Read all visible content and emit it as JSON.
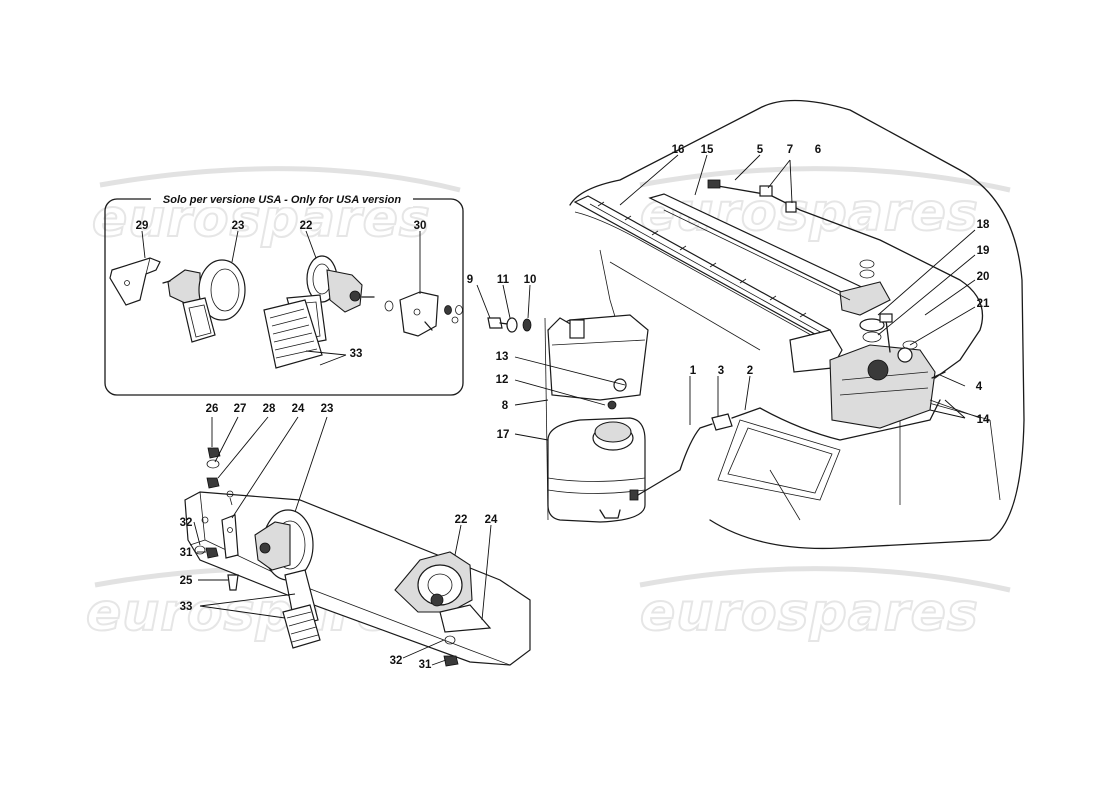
{
  "inset": {
    "title": "Solo per versione USA - Only for USA version"
  },
  "watermark": {
    "brand": "eurospares"
  },
  "callouts": {
    "inset_29": "29",
    "inset_23": "23",
    "inset_22": "22",
    "inset_30": "30",
    "inset_33": "33",
    "p9": "9",
    "p11": "11",
    "p10": "10",
    "p13": "13",
    "p12": "12",
    "p8": "8",
    "p17": "17",
    "p16": "16",
    "p15": "15",
    "p5": "5",
    "p7": "7",
    "p6": "6",
    "p18": "18",
    "p19": "19",
    "p20": "20",
    "p21": "21",
    "p4": "4",
    "p14": "14",
    "p1": "1",
    "p3": "3",
    "p2": "2",
    "p26": "26",
    "p27": "27",
    "p28": "28",
    "p24a": "24",
    "p23": "23",
    "p32a": "32",
    "p31a": "31",
    "p25": "25",
    "p33": "33",
    "p22": "22",
    "p24b": "24",
    "p32b": "32",
    "p31b": "31"
  }
}
